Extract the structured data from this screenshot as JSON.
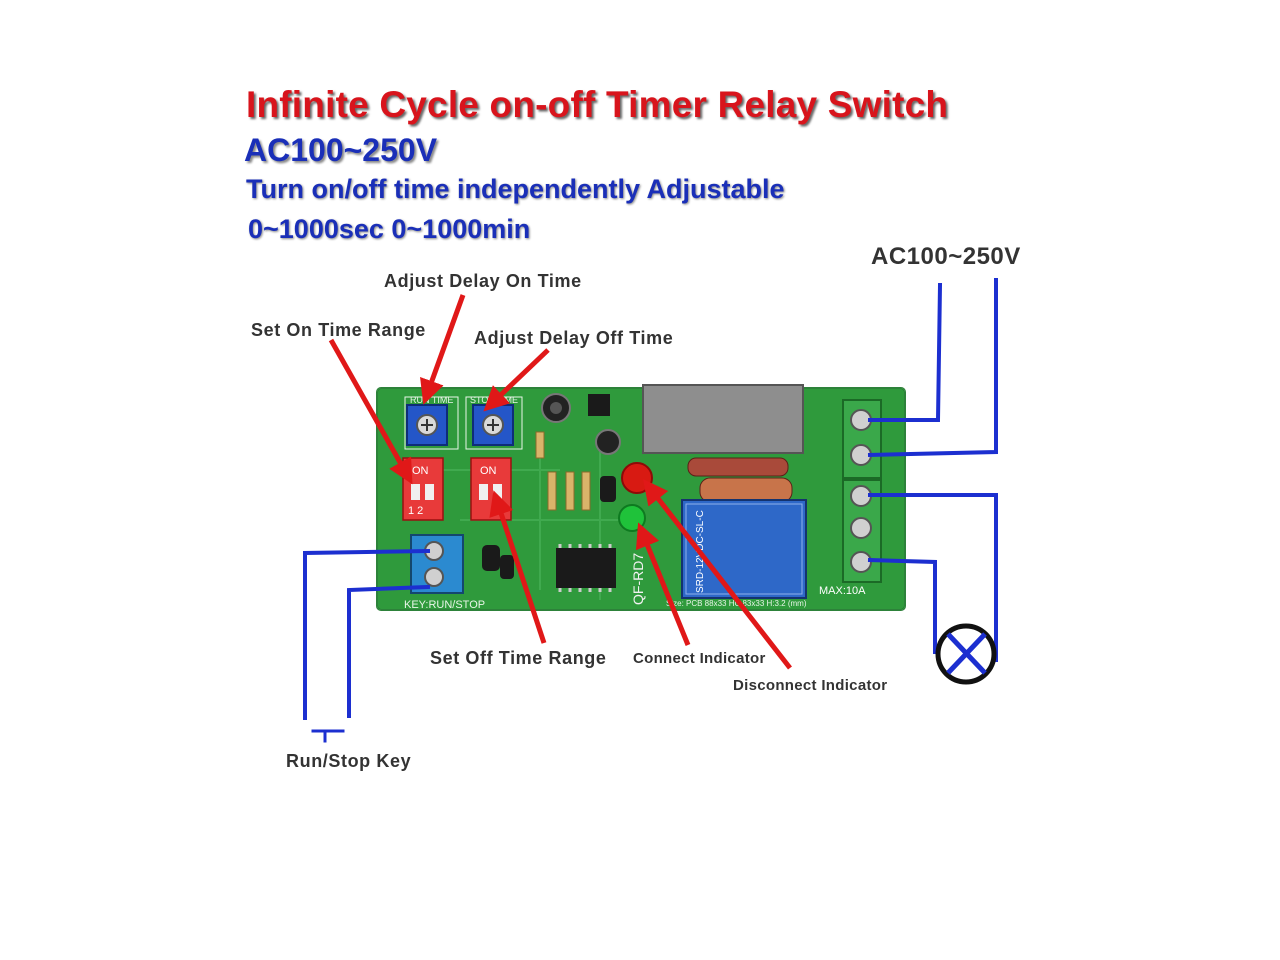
{
  "header": {
    "title": "Infinite Cycle on-off Timer Relay Switch",
    "voltage": "AC100~250V",
    "feature": "Turn on/off time independently Adjustable",
    "ranges": "0~1000sec   0~1000min"
  },
  "labels": {
    "adjust_on": "Adjust Delay On Time",
    "set_on_range": "Set On Time Range",
    "adjust_off": "Adjust Delay Off Time",
    "ac_input": "AC100~250V",
    "set_off_range": "Set Off Time Range",
    "connect_indicator": "Connect Indicator",
    "disconnect_indicator": "Disconnect Indicator",
    "run_stop_key": "Run/Stop Key"
  },
  "pcb": {
    "run_time": "RUN TIME",
    "stop_time": "STOP TIME",
    "dip_on": "ON",
    "dip_numbers": "1 2",
    "key_label": "KEY:RUN/STOP",
    "model": "QF-RD7",
    "relay_model": "SRD-12VDC-SL-C",
    "max_current": "MAX:10A",
    "size_text": "Size: PCB 88x33 HC 83x33 H:3.2 (mm)"
  },
  "colors": {
    "title_red": "#d8141c",
    "subtitle_blue": "#1a2fb8",
    "wire_blue": "#1c2fd0",
    "arrow_red": "#e01818",
    "pcb_green": "#2f9a3c"
  }
}
